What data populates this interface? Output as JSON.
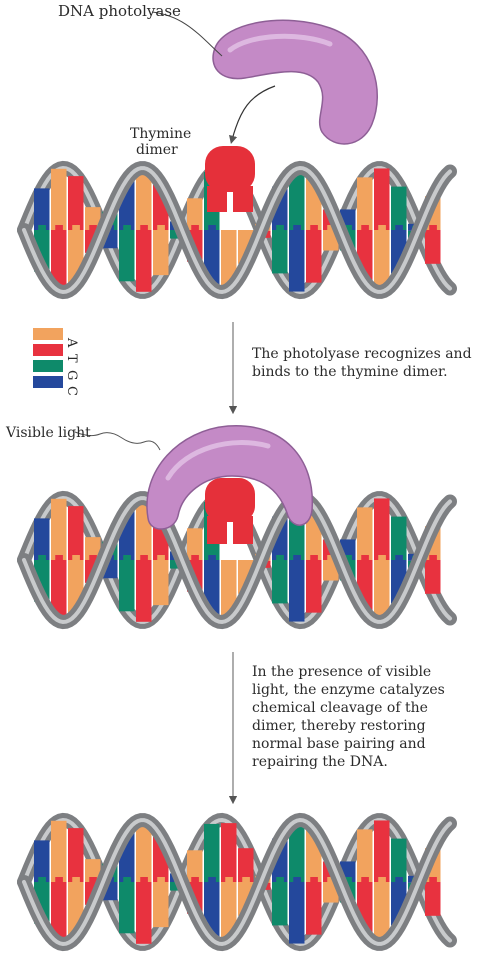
{
  "colors": {
    "A": "#f2a35e",
    "T": "#e8323f",
    "G": "#0e8a6a",
    "C": "#24489c",
    "backbone": "#7d7f82",
    "backbone_light": "#c8cacc",
    "enzyme": "#c48ac6",
    "enzyme_dark": "#9b6aa3",
    "dimer": "#e5303a",
    "arrow": "#7a7a7a"
  },
  "labels": {
    "enzyme": "DNA photolyase",
    "dimer": "Thymine dimer",
    "light": "Visible light"
  },
  "legend": [
    "A",
    "T",
    "G",
    "C"
  ],
  "steps": [
    {
      "lines": [
        "The photolyase recognizes and",
        "binds to the thymine dimer."
      ]
    },
    {
      "lines": [
        "In the presence of visible",
        "light, the enzyme catalyzes",
        "chemical cleavage of the",
        "dimer, thereby restoring",
        "normal base pairing and",
        "repairing the DNA."
      ]
    }
  ],
  "base_sequence": [
    "C",
    "A",
    "T",
    "A",
    "G",
    "C",
    "A",
    "T",
    "C",
    "A",
    "G",
    "T",
    "T",
    "A",
    "C",
    "G",
    "A",
    "T",
    "C",
    "A",
    "T",
    "G",
    "C",
    "A"
  ]
}
